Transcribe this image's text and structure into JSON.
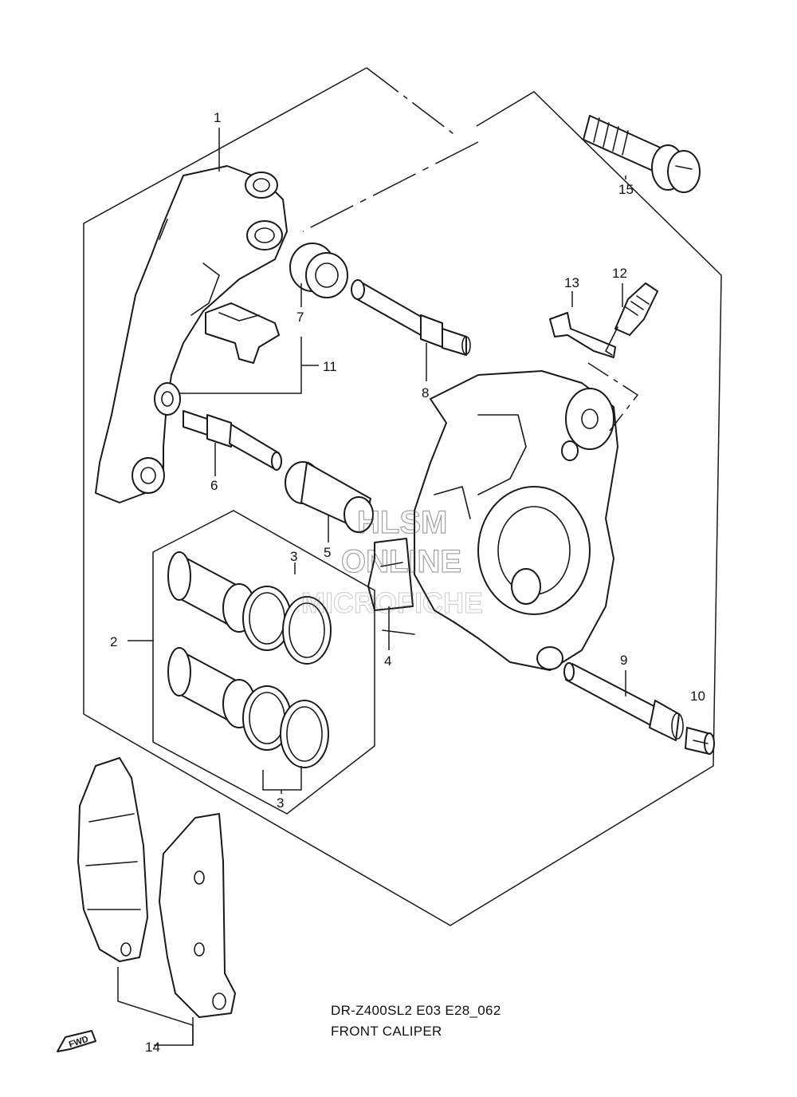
{
  "diagram": {
    "model_code": "DR-Z400SL2 E03 E28_062",
    "title": "FRONT CALIPER",
    "direction_badge": "FWD",
    "watermark": {
      "line1": "HLSM",
      "line2": "ONLINE",
      "line3": "MICROFICHE"
    },
    "callouts": [
      {
        "id": "p1",
        "number": "1"
      },
      {
        "id": "p2",
        "number": "2"
      },
      {
        "id": "p3a",
        "number": "3"
      },
      {
        "id": "p3b",
        "number": "3"
      },
      {
        "id": "p4",
        "number": "4"
      },
      {
        "id": "p5",
        "number": "5"
      },
      {
        "id": "p6",
        "number": "6"
      },
      {
        "id": "p7",
        "number": "7"
      },
      {
        "id": "p8",
        "number": "8"
      },
      {
        "id": "p9",
        "number": "9"
      },
      {
        "id": "p10",
        "number": "10"
      },
      {
        "id": "p11",
        "number": "11"
      },
      {
        "id": "p12",
        "number": "12"
      },
      {
        "id": "p13",
        "number": "13"
      },
      {
        "id": "p14",
        "number": "14"
      },
      {
        "id": "p15",
        "number": "15"
      }
    ]
  }
}
